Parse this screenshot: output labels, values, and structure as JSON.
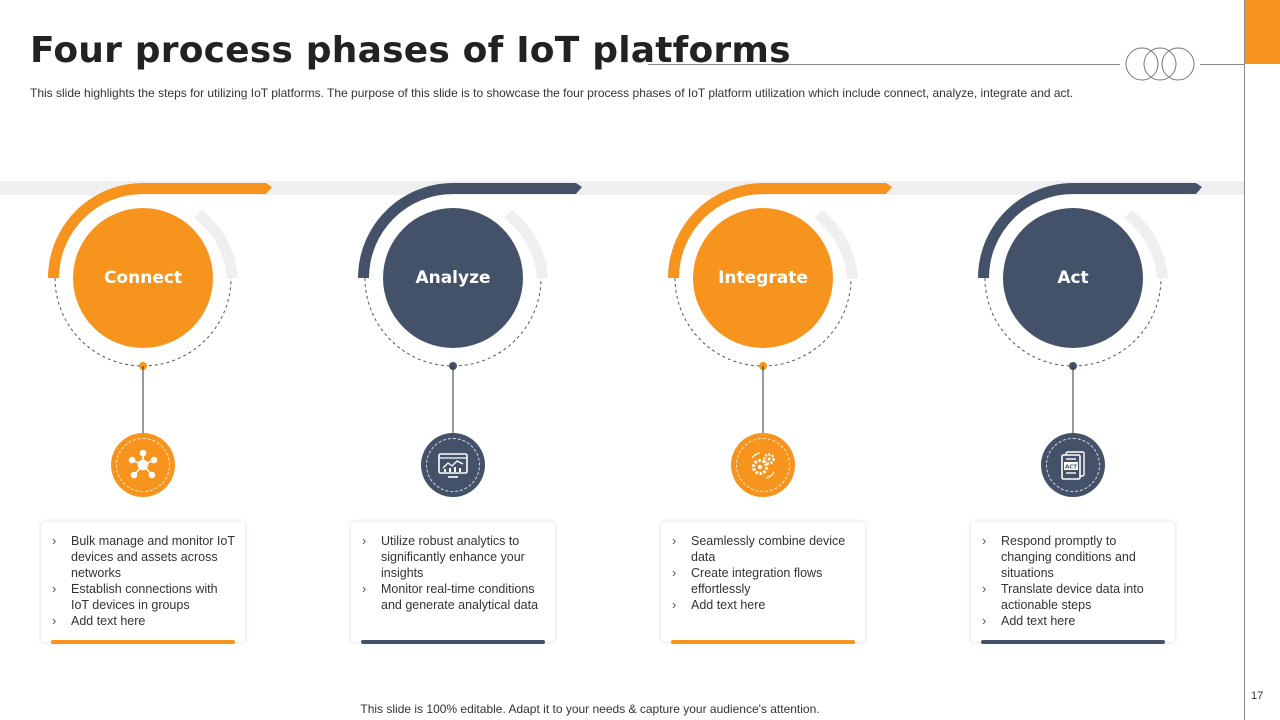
{
  "title": "Four process phases of IoT platforms",
  "subtitle": "This slide highlights the steps for utilizing IoT platforms. The purpose of this slide is to showcase the four process phases of IoT platform utilization which include connect, analyze, integrate and act.",
  "colors": {
    "orange": "#f7941d",
    "navy": "#435269",
    "band": "#efefef"
  },
  "phases": [
    {
      "label": "Connect",
      "color": "orange",
      "icon": "network-hub-icon",
      "bullets": [
        "Bulk manage and monitor IoT devices and assets across networks",
        "Establish connections with IoT devices in groups",
        "Add text here"
      ]
    },
    {
      "label": "Analyze",
      "color": "navy",
      "icon": "analytics-monitor-icon",
      "bullets": [
        "Utilize robust analytics to significantly enhance your insights",
        "Monitor real-time conditions and generate analytical data"
      ]
    },
    {
      "label": "Integrate",
      "color": "orange",
      "icon": "gears-icon",
      "bullets": [
        "Seamlessly combine device data",
        "Create integration flows effortlessly",
        "Add text here"
      ]
    },
    {
      "label": "Act",
      "color": "navy",
      "icon": "act-document-icon",
      "icon_text": "ACT",
      "bullets": [
        "Respond promptly to changing conditions and situations",
        "Translate device data into actionable steps",
        "Add text here"
      ]
    }
  ],
  "footer": "This slide is 100% editable. Adapt it to your needs & capture your audience's attention.",
  "page_number": "17"
}
